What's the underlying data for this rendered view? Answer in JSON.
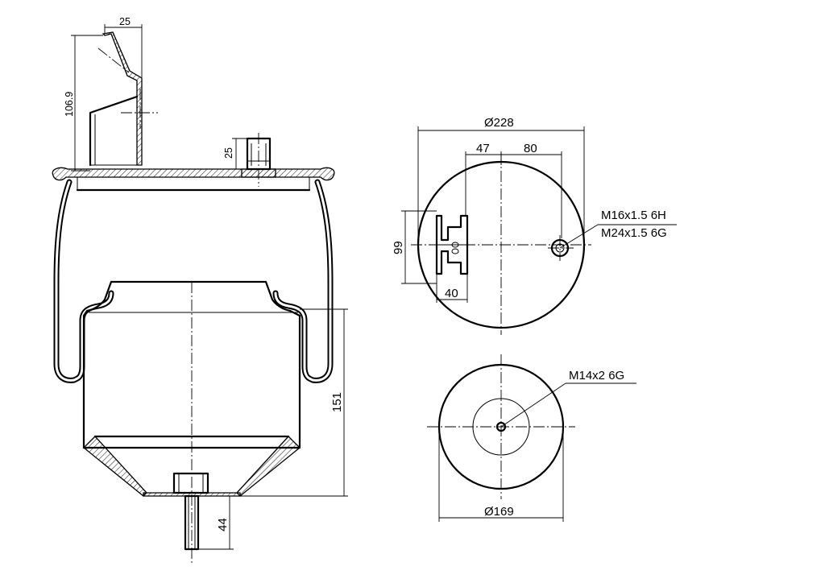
{
  "dimensions": {
    "bracket_width": "25",
    "bracket_height": "106.9",
    "stud_height": "25",
    "piston_height": "151",
    "bottom_bolt_length": "44",
    "top_diameter": "Ø228",
    "bracket_offset": "47",
    "port_offset": "80",
    "bracket_span": "99",
    "bracket_base": "40",
    "bottom_diameter": "Ø169"
  },
  "callouts": {
    "top_port_thread_1": "M16x1.5 6H",
    "top_port_thread_2": "M24x1.5 6G",
    "bottom_thread": "M14x2 6G"
  }
}
